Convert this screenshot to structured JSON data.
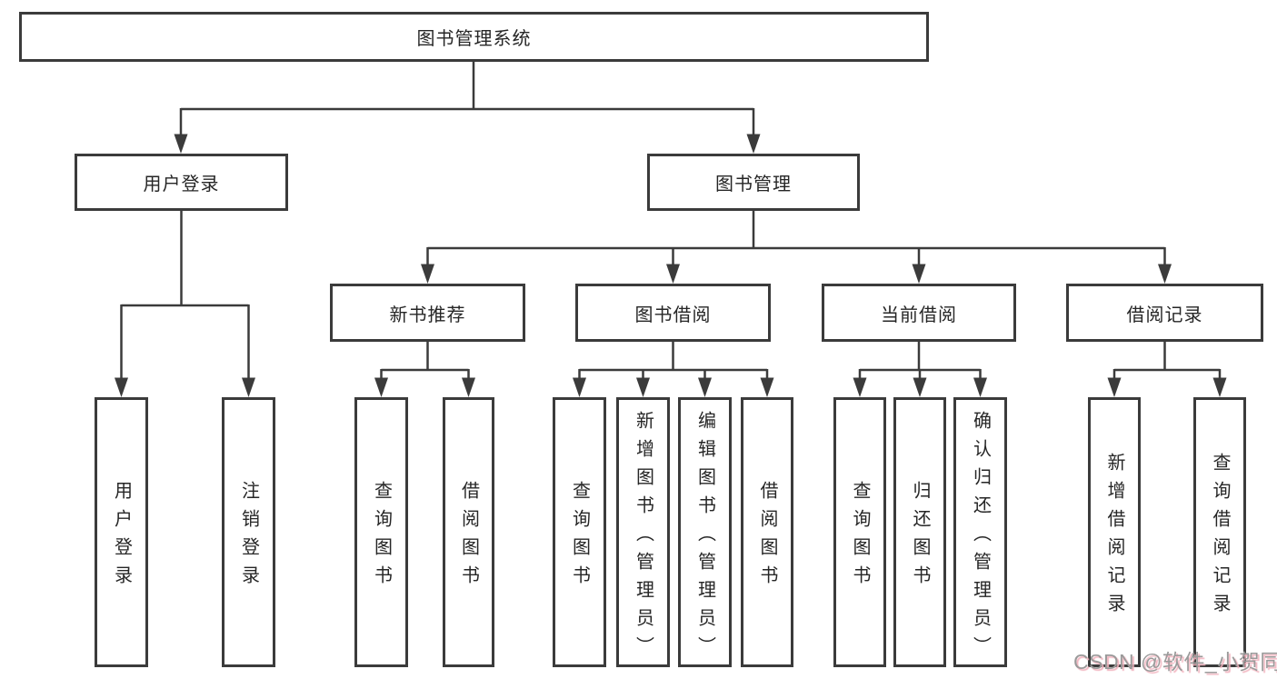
{
  "diagram_title": "图书管理系统",
  "tree": {
    "root": {
      "label": "图书管理系统"
    },
    "login": {
      "label": "用户登录",
      "children": [
        {
          "label": "用户登录"
        },
        {
          "label": "注销登录"
        }
      ]
    },
    "management": {
      "label": "图书管理"
    },
    "newbook": {
      "label": "新书推荐",
      "children": [
        {
          "label": "查询图书"
        },
        {
          "label": "借阅图书"
        }
      ]
    },
    "borrow": {
      "label": "图书借阅",
      "children": [
        {
          "label": "查询图书"
        },
        {
          "label": "新增图书（管理员）"
        },
        {
          "label": "编辑图书（管理员）"
        },
        {
          "label": "借阅图书"
        }
      ]
    },
    "current": {
      "label": "当前借阅",
      "children": [
        {
          "label": "查询图书"
        },
        {
          "label": "归还图书"
        },
        {
          "label": "确认归还（管理员）"
        }
      ]
    },
    "records": {
      "label": "借阅记录",
      "children": [
        {
          "label": "新增借阅记录"
        },
        {
          "label": "查询借阅记录"
        }
      ]
    }
  },
  "watermark": "CSDN @软件_小贺同学",
  "colors": {
    "line": "#3b3b3b",
    "text": "#262626",
    "watermark_text": "#9a9a9a",
    "watermark_shadow": "#f2b4bf",
    "background": "#ffffff"
  }
}
